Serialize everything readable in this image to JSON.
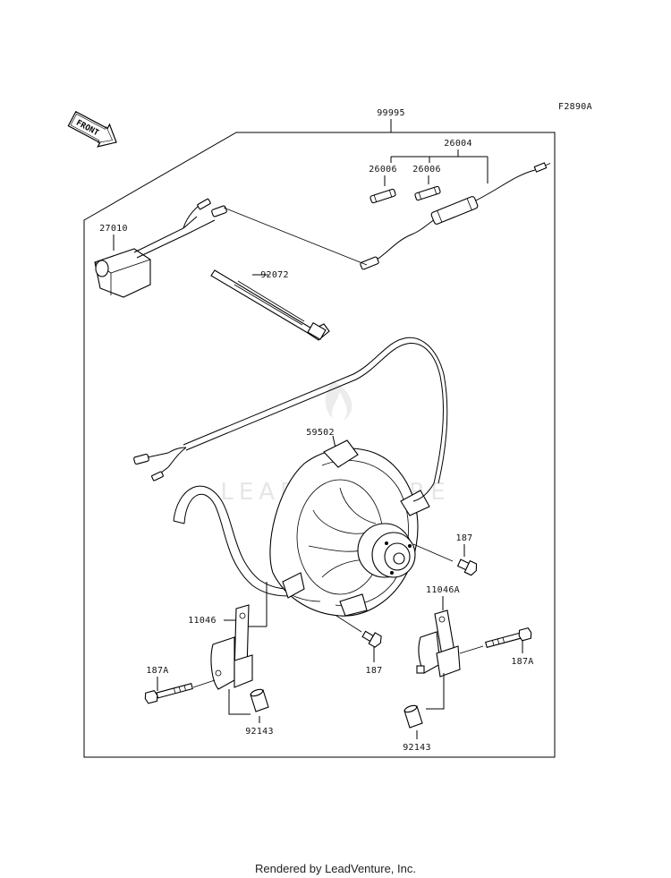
{
  "figure_code": "F2890A",
  "front_label": "FRONT",
  "watermark": "LEADVENTURE",
  "footer": "Rendered by LeadVenture, Inc.",
  "parts": {
    "kit": "99995",
    "harness": "26004",
    "fuse_left": "26006",
    "fuse_right": "26006",
    "switch": "27010",
    "band": "92072",
    "fan": "59502",
    "bolt_right_upper": "187",
    "bolt_center": "187",
    "bracket_left": "11046",
    "bracket_right": "11046A",
    "bolt_left": "187A",
    "bolt_right": "187A",
    "collar_left": "92143",
    "collar_right": "92143"
  }
}
